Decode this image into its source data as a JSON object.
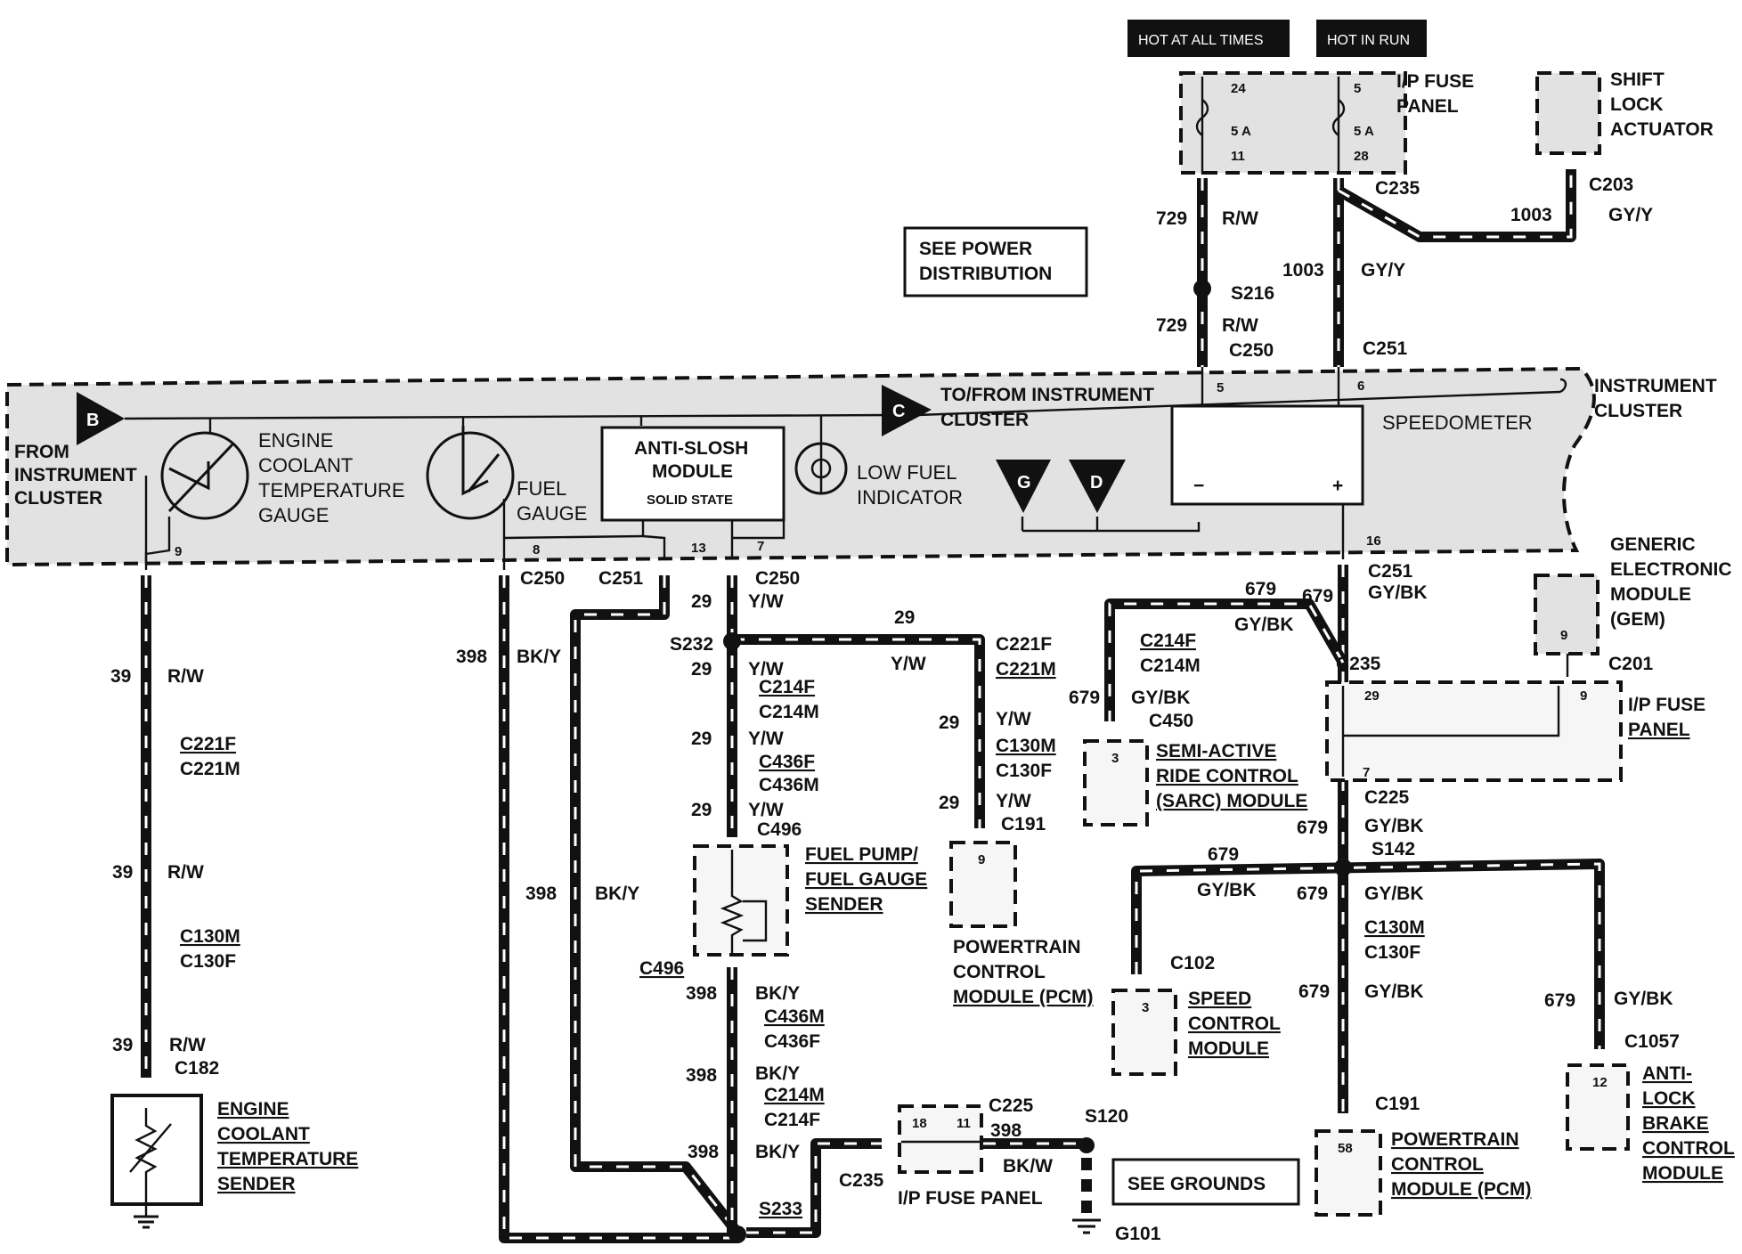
{
  "header": {
    "hot_at_all_times": "HOT AT ALL TIMES",
    "hot_in_run": "HOT IN RUN"
  },
  "top": {
    "fuse_panel_line1": "I/P FUSE",
    "fuse_panel_line2": "PANEL",
    "fuse_a_top": "24",
    "fuse_a_amp": "5 A",
    "fuse_a_bottom": "11",
    "fuse_b_top": "5",
    "fuse_b_amp": "5 A",
    "fuse_b_bottom": "28",
    "shift_lock_line1": "SHIFT",
    "shift_lock_line2": "LOCK",
    "shift_lock_line3": "ACTUATOR",
    "c235": "C235",
    "c203": "C203",
    "c250": "C250",
    "c251": "C251",
    "s216": "S216",
    "w729a": "729",
    "w729b": "729",
    "rw_a": "R/W",
    "rw_b": "R/W",
    "w1003a": "1003",
    "w1003b": "1003",
    "gyy_a": "GY/Y",
    "gyy_b": "GY/Y",
    "see_power_line1": "SEE POWER",
    "see_power_line2": "DISTRIBUTION"
  },
  "cluster": {
    "from_line1": "FROM",
    "from_line2": "INSTRUMENT",
    "from_line3": "CLUSTER",
    "tofrom_line1": "TO/FROM INSTRUMENT",
    "tofrom_line2": "CLUSTER",
    "marker_b": "B",
    "marker_c": "C",
    "marker_g": "G",
    "marker_d": "D",
    "ect_gauge_line1": "ENGINE",
    "ect_gauge_line2": "COOLANT",
    "ect_gauge_line3": "TEMPERATURE",
    "ect_gauge_line4": "GAUGE",
    "fuel_gauge_line1": "FUEL",
    "fuel_gauge_line2": "GAUGE",
    "anti_slosh_line1": "ANTI-SLOSH",
    "anti_slosh_line2": "MODULE",
    "anti_slosh_line3": "SOLID STATE",
    "low_fuel_line1": "LOW FUEL",
    "low_fuel_line2": "INDICATOR",
    "speedometer": "SPEEDOMETER",
    "ic_line1": "INSTRUMENT",
    "ic_line2": "CLUSTER",
    "pin5": "5",
    "pin6": "6",
    "pin9": "9",
    "pin8": "8",
    "pin13": "13",
    "pin7": "7",
    "pin16": "16",
    "minus": "−",
    "plus": "+"
  },
  "ect_circuit": {
    "w39a": "39",
    "rw1": "R/W",
    "c221f": "C221F",
    "c221m": "C221M",
    "w39b": "39",
    "rw2": "R/W",
    "c130m": "C130M",
    "c130f": "C130F",
    "w39c": "39",
    "rw3": "R/W",
    "c182": "C182",
    "sender_line1": "ENGINE",
    "sender_line2": "COOLANT",
    "sender_line3": "TEMPERATURE",
    "sender_line4": "SENDER"
  },
  "fuel_circuit": {
    "c250": "C250",
    "c251": "C251",
    "w398a": "398",
    "bky_a": "BK/Y",
    "w398b": "398",
    "bky_b": "BK/Y",
    "w29a": "29",
    "yw_a": "Y/W",
    "c250b": "C250",
    "s232": "S232",
    "w29b": "29",
    "yw_b": "Y/W",
    "c214f": "C214F",
    "c214m": "C214M",
    "w29c": "29",
    "yw_c": "Y/W",
    "c436f": "C436F",
    "c436m": "C436M",
    "w29d": "29",
    "yw_d": "Y/W",
    "c496a": "C496",
    "sender_line1": "FUEL PUMP/",
    "sender_line2": "FUEL GAUGE",
    "sender_line3": "SENDER",
    "c496b": "C496",
    "w398c": "398",
    "bky_c": "BK/Y",
    "c436m2": "C436M",
    "c436f2": "C436F",
    "w398d": "398",
    "bky_d": "BK/Y",
    "c214m2": "C214M",
    "c214f2": "C214F",
    "w398e": "398",
    "bky_e": "BK/Y",
    "s233": "S233",
    "c235": "C235",
    "fuse_18": "18",
    "fuse_11": "11",
    "ip_fuse_panel": "I/P FUSE PANEL",
    "c225": "C225",
    "w398f": "398",
    "bkw": "BK/W",
    "s120": "S120",
    "see_grounds": "SEE GROUNDS",
    "g101": "G101",
    "w29_top": "29",
    "yw_top": "Y/W",
    "c221f": "C221F",
    "c221m": "C221M",
    "w29e": "29",
    "yw_e": "Y/W",
    "c130m": "C130M",
    "c130f": "C130F",
    "w29f": "29",
    "yw_f": "Y/W",
    "c191": "C191",
    "pcm_pin": "9",
    "pcm_line1": "POWERTRAIN",
    "pcm_line2": "CONTROL",
    "pcm_line3": "MODULE (PCM)"
  },
  "speed_circuit": {
    "c251": "C251",
    "gybk_a": "GY/BK",
    "w679a": "679",
    "w679b": "679",
    "gybk_b": "GY/BK",
    "c214f": "C214F",
    "c214m": "C214M",
    "w679c": "679",
    "gybk_c": "GY/BK",
    "c450": "C450",
    "sarc_pin": "3",
    "sarc_line1": "SEMI-ACTIVE",
    "sarc_line2": "RIDE CONTROL",
    "sarc_line3": "(SARC) MODULE",
    "gem_line1": "GENERIC",
    "gem_line2": "ELECTRONIC",
    "gem_line3": "MODULE",
    "gem_line4": "(GEM)",
    "gem_pin": "9",
    "c235": "C235",
    "c201": "C201",
    "fuse_29": "29",
    "fuse_9": "9",
    "fuse_7": "7",
    "ip_line1": "I/P FUSE",
    "ip_line2": "PANEL",
    "c225": "C225",
    "w679d": "679",
    "gybk_d": "GY/BK",
    "s142": "S142",
    "w679e": "679",
    "gybk_e": "GY/BK",
    "w679f": "679",
    "gybk_f": "GY/BK",
    "c102": "C102",
    "scm_pin": "3",
    "scm_line1": "SPEED",
    "scm_line2": "CONTROL",
    "scm_line3": "MODULE",
    "c130m": "C130M",
    "c130f": "C130F",
    "w679g": "679",
    "gybk_g": "GY/BK",
    "c191": "C191",
    "pcm_pin": "58",
    "pcm_line1": "POWERTRAIN",
    "pcm_line2": "CONTROL",
    "pcm_line3": "MODULE (PCM)",
    "w679h": "679",
    "gybk_h": "GY/BK",
    "c1057": "C1057",
    "abs_pin": "12",
    "abs_line1": "ANTI-",
    "abs_line2": "LOCK",
    "abs_line3": "BRAKE",
    "abs_line4": "CONTROL",
    "abs_line5": "MODULE"
  }
}
